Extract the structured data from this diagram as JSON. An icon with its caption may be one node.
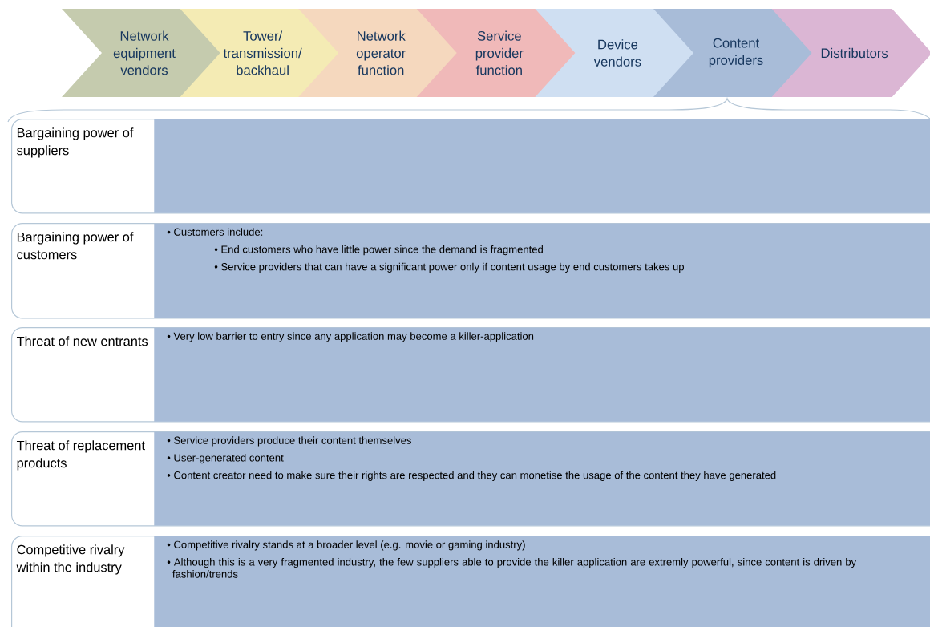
{
  "diagram": {
    "nodes": [
      {
        "text": [
          "Network equipment vendors"
        ]
      },
      {
        "text": [
          "Tower/ transmission/ backhaul"
        ]
      },
      {
        "text": [
          "Network operator function"
        ]
      },
      {
        "text": [
          "Service provider function"
        ]
      },
      {
        "text": [
          "Device vendors"
        ]
      },
      {
        "text": [
          "Content providers"
        ]
      },
      {
        "text": [
          "Distributors"
        ]
      },
      {
        "text": [
          "Bargaining power of suppliers"
        ]
      },
      {
        "text": [],
        "shape": "box",
        "in": 7
      },
      {
        "text": [
          "Bargaining power of customers"
        ]
      },
      {
        "text": [
          "• Customers include:",
          "• End customers who have little power since the demand is fragmented",
          "• Service providers that can have a significant power only if content usage by end customers takes up"
        ],
        "in": 9
      },
      {
        "text": [
          "Threat of new entrants"
        ]
      },
      {
        "text": [
          "• Very low barrier to entry since any application may become a killer-application"
        ],
        "in": 11
      },
      {
        "text": [
          "Threat of replacement products"
        ]
      },
      {
        "text": [
          "• Service providers produce their content themselves",
          "• User-generated content",
          "• Content creator need to make sure their rights are respected and they can monetise the usage of the content they have generated"
        ],
        "in": 13
      },
      {
        "text": [
          "Competitive rivalry within the industry"
        ]
      },
      {
        "text": [
          "• Competitive rivalry stands at a broader level (e.g. movie or gaming industry)",
          "• Although this is a very fragmented industry, the few suppliers able to provide the killer application are extremly powerful, since content is driven by fashion/trends"
        ],
        "in": 15
      }
    ]
  }
}
